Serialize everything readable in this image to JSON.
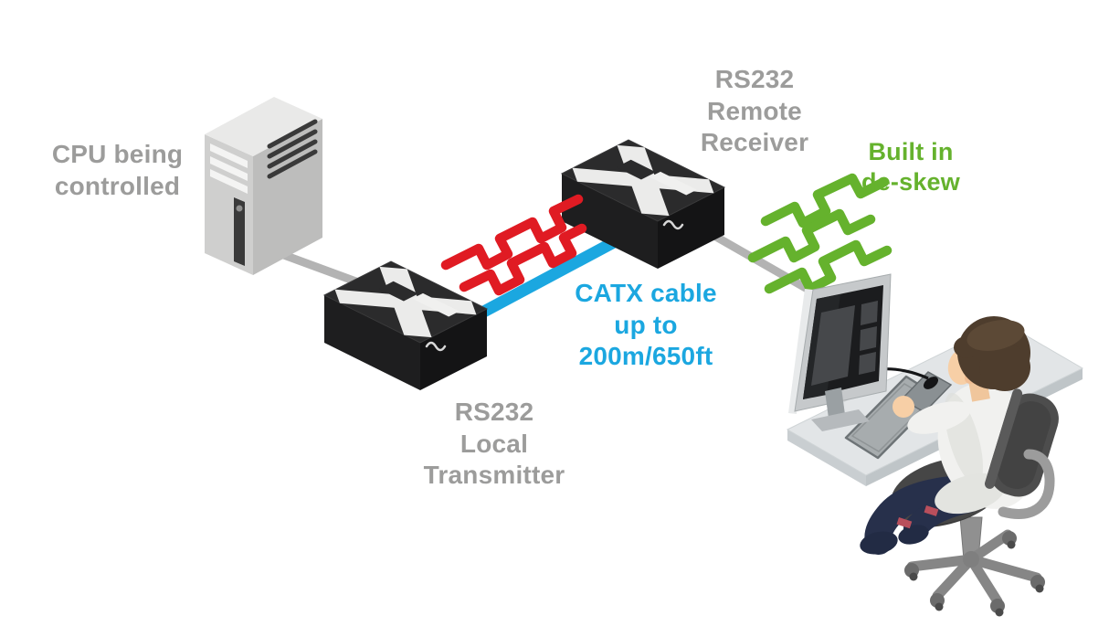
{
  "colors": {
    "label_gray": "#9c9c9b",
    "signal_red": "#e01b23",
    "catx_blue": "#1ba7e0",
    "deskew_green": "#65b22d",
    "cable_gray": "#b3b3b3"
  },
  "labels": {
    "cpu": "CPU being\ncontrolled",
    "transmitter": "RS232\nLocal\nTransmitter",
    "receiver": "RS232\nRemote\nReceiver",
    "catx_cable": "CATX cable\nup to\n200m/650ft",
    "deskew": "Built in\nde-skew"
  }
}
